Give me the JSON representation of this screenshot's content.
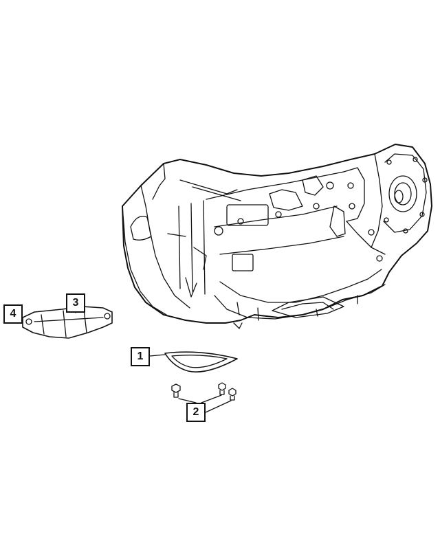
{
  "callouts": [
    {
      "id": "1",
      "label": "1"
    },
    {
      "id": "2",
      "label": "2"
    },
    {
      "id": "3",
      "label": "3"
    },
    {
      "id": "4",
      "label": "4"
    }
  ],
  "colors": {
    "line": "#111111",
    "background": "#ffffff"
  },
  "parts": [
    "transmission-assembly",
    "cover-plate",
    "bolt",
    "heat-shield",
    "nut"
  ]
}
